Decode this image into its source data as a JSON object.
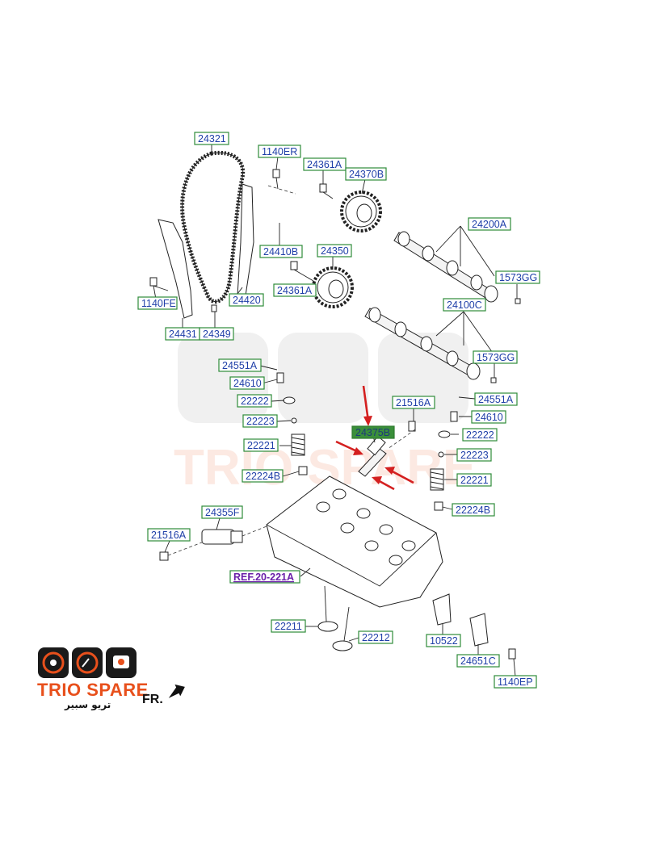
{
  "part_labels": [
    "24321",
    "1140ER",
    "24361A",
    "24370B",
    "24200A",
    "1573GG",
    "24410B",
    "24350",
    "24361A",
    "1140FE",
    "24420",
    "24431",
    "24349",
    "24100C",
    "1573GG",
    "24551A",
    "24610",
    "22222",
    "22223",
    "21516A",
    "24551A",
    "24610",
    "22222",
    "22221",
    "24375B",
    "22223",
    "22224B",
    "22221",
    "24355F",
    "22224B",
    "21516A",
    "REF.20-221A",
    "22211",
    "22212",
    "10522",
    "24651C",
    "1140EP"
  ],
  "highlighted_label": "24375B",
  "brand": {
    "word1": "TRIO",
    "word2": "SPARE",
    "arabic": "تريو سبير"
  },
  "direction_label": "FR.",
  "colors": {
    "label_border": "#2e8b3a",
    "label_text": "#1f3fa8",
    "arrow": "#d42020",
    "brand": "#e8501c",
    "ref_text": "#6a1fa8"
  },
  "icons": [
    "chain-icon",
    "sprocket-icon",
    "camshaft-icon",
    "cylinder-head-icon",
    "valve-icon",
    "spring-icon",
    "bolt-icon",
    "front-arrow-icon",
    "logo-badge-icon"
  ]
}
